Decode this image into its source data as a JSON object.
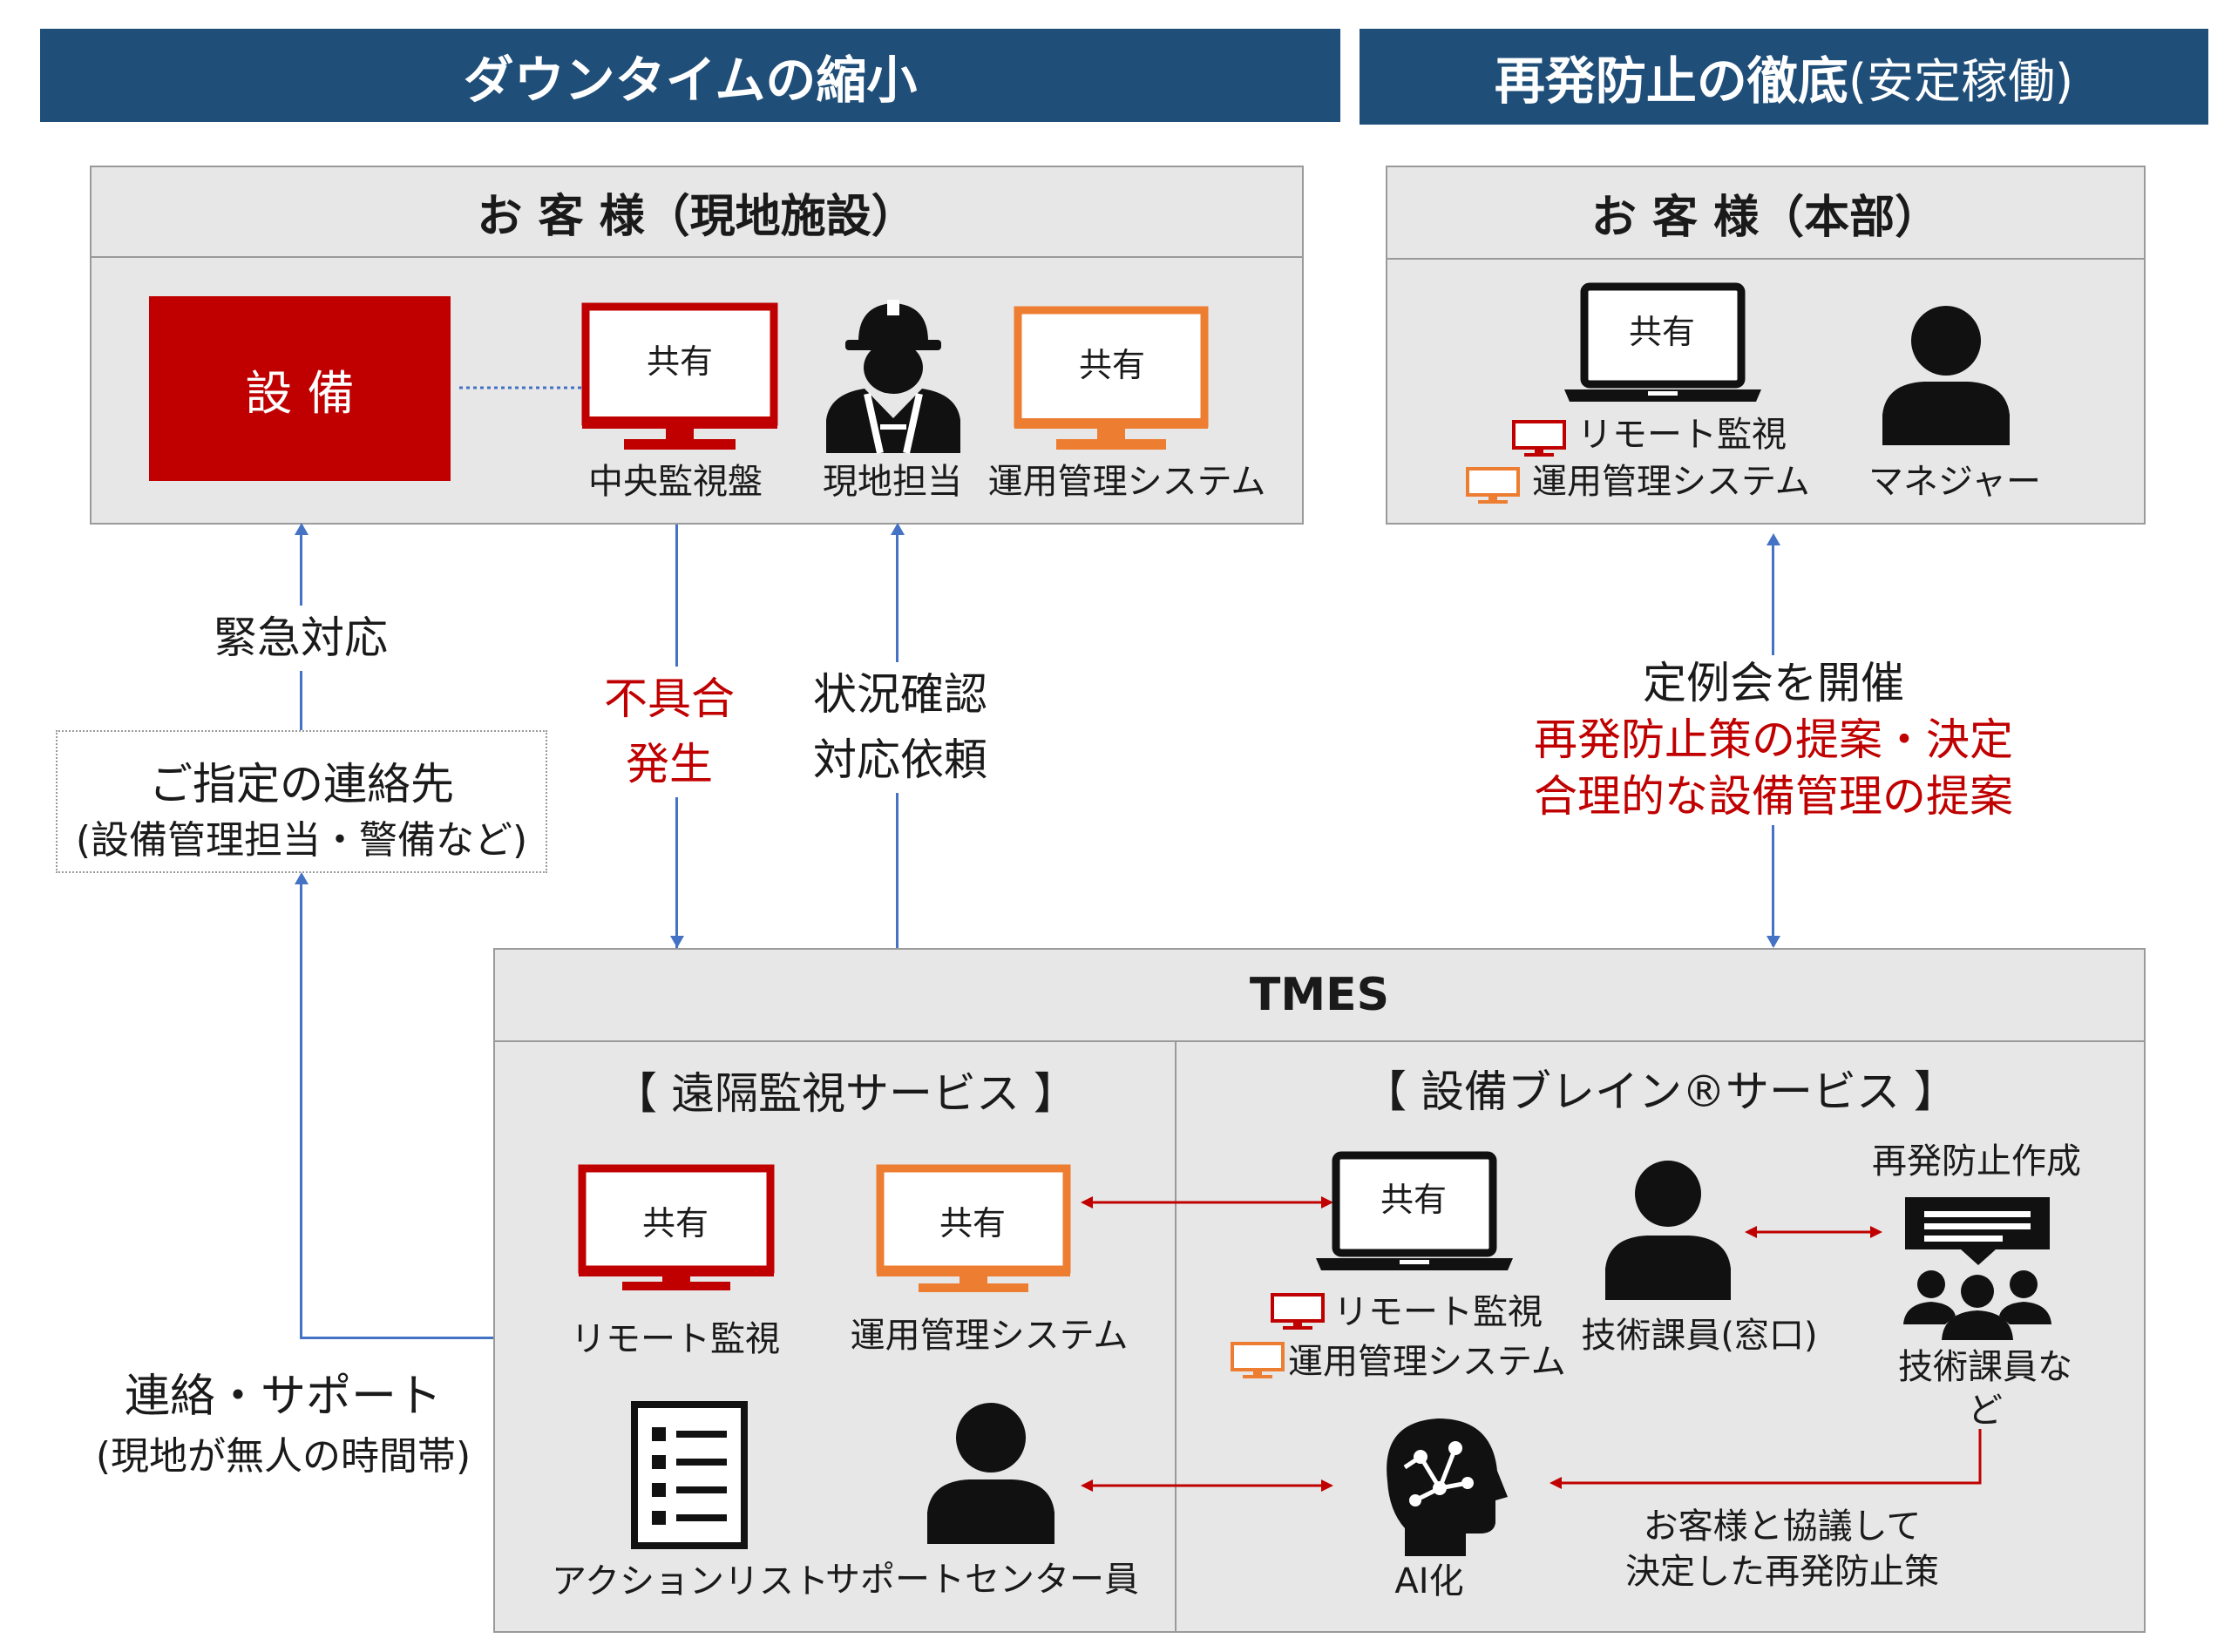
{
  "banners": {
    "left": "ダウンタイムの縮小",
    "right_main": "再発防止の徹底",
    "right_sub": "(安定稼働)"
  },
  "site_panel": {
    "title": "お 客 様（現地施設）",
    "equipment": "設 備",
    "monitor_red_text": "共有",
    "monitor_red_label": "中央監視盤",
    "worker_label": "現地担当",
    "monitor_orange_text": "共有",
    "monitor_orange_label": "運用管理システム"
  },
  "hq_panel": {
    "title": "お 客 様（本部）",
    "laptop_text": "共有",
    "remote_label": "リモート監視",
    "ops_label": "運用管理システム",
    "manager_label": "マネジャー"
  },
  "flows": {
    "emergency": "緊急対応",
    "contact_title": "ご指定の連絡先",
    "contact_sub": "(設備管理担当・警備など)",
    "fault_line1": "不具合",
    "fault_line2": "発生",
    "status_line1": "状況確認",
    "status_line2": "対応依頼",
    "meeting_line1": "定例会を開催",
    "meeting_line2": "再発防止策の提案・決定",
    "meeting_line3": "合理的な設備管理の提案",
    "support_line1": "連絡・サポート",
    "support_line2": "(現地が無人の時間帯)"
  },
  "tmes": {
    "title": "TMES",
    "remote_service": "【 遠隔監視サービス 】",
    "brain_service": "【 設備ブレイン®サービス 】",
    "monitor_red_text": "共有",
    "remote_monitor_label": "リモート監視",
    "monitor_orange_text": "共有",
    "ops_system_label": "運用管理システム",
    "action_list_label": "アクションリスト",
    "support_center_label": "サポートセンター員",
    "laptop_text": "共有",
    "laptop_remote_label": "リモート監視",
    "laptop_ops_label": "運用管理システム",
    "engineer_label": "技術課員(窓口)",
    "prevention_title": "再発防止作成",
    "engineers_label_1": "技術課員な",
    "engineers_label_2": "ど",
    "ai_label": "AI化",
    "agreed_line1": "お客様と協議して",
    "agreed_line2": "決定した再発防止策"
  },
  "colors": {
    "banner": "#1f4e79",
    "red": "#c00000",
    "orange": "#ed7d31",
    "line_blue": "#4472c4",
    "panel": "#e7e7e7"
  }
}
